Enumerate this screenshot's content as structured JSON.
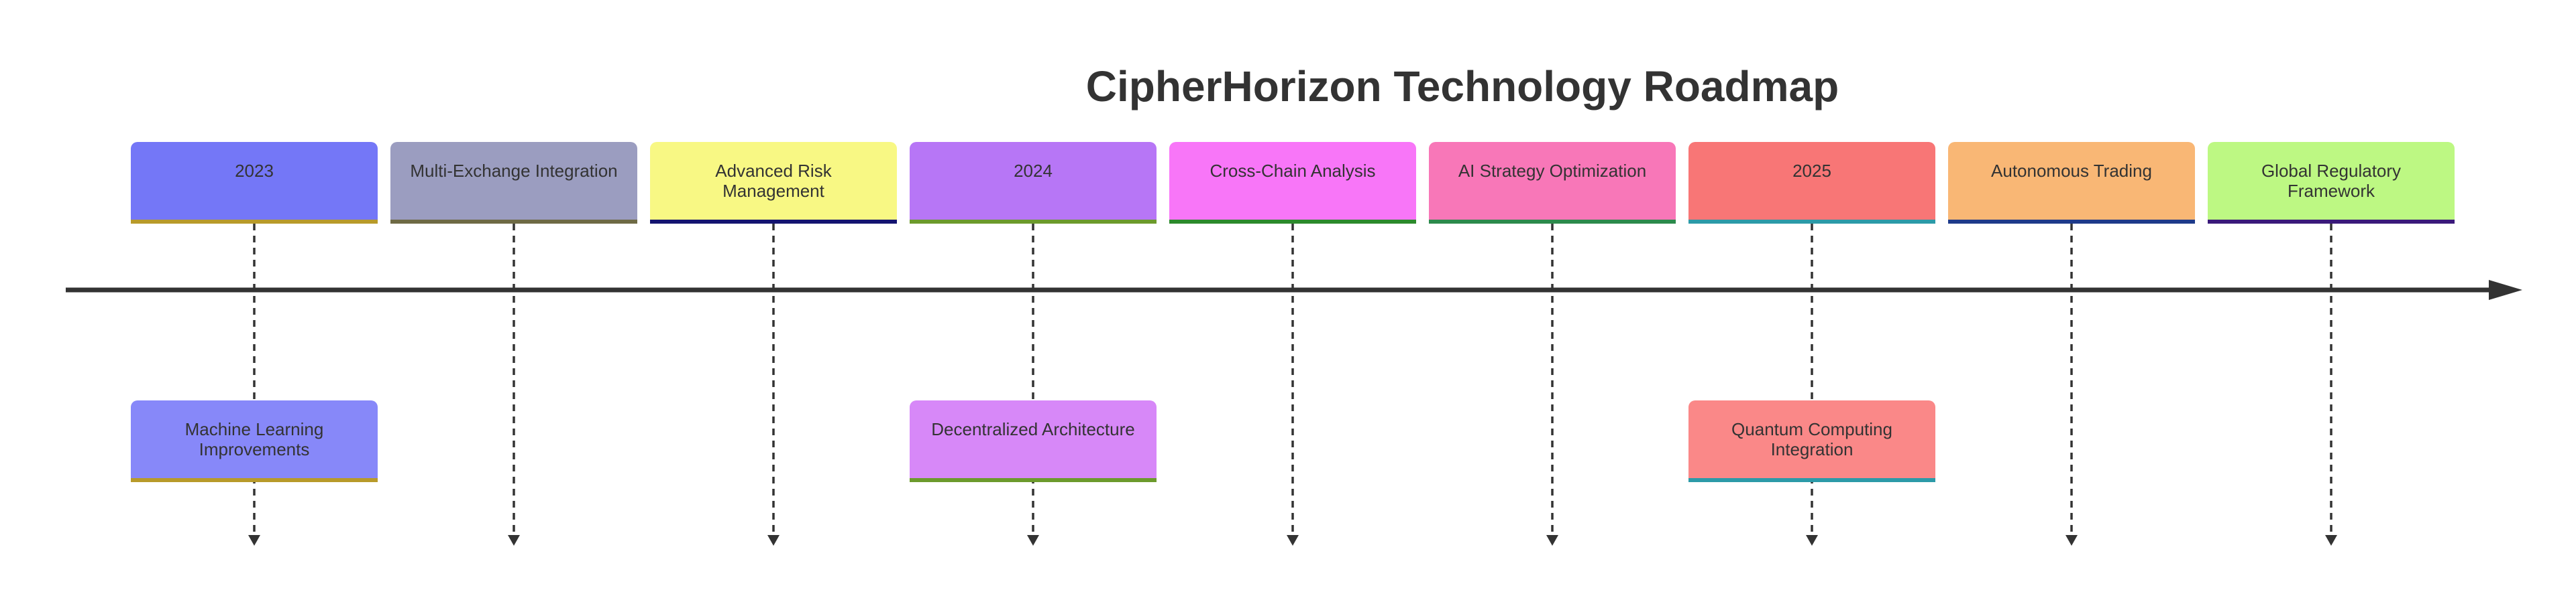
{
  "title": "CipherHorizon Technology Roadmap",
  "colors": {
    "axis": "#333333",
    "connector": "#333333"
  },
  "periods": [
    {
      "label": "2023",
      "color": "#7477f7",
      "border": "#b89a2a",
      "events": [
        {
          "label": "Machine Learning Improvements",
          "color": "#8788f9",
          "border": "#b89a2a"
        }
      ]
    },
    {
      "label": "Multi-Exchange Integration",
      "color": "#9b9dc0",
      "border": "#6e6a45",
      "events": []
    },
    {
      "label": "Advanced Risk Management",
      "color": "#f8f884",
      "border": "#141470",
      "events": []
    },
    {
      "label": "2024",
      "color": "#b776f6",
      "border": "#6c9a2c",
      "events": [
        {
          "label": "Decentralized Architecture",
          "color": "#d788f8",
          "border": "#6c9a2c"
        }
      ]
    },
    {
      "label": "Cross-Chain Analysis",
      "color": "#f876f8",
      "border": "#2c8a2c",
      "events": []
    },
    {
      "label": "AI Strategy Optimization",
      "color": "#f877b8",
      "border": "#2c8a4c",
      "events": []
    },
    {
      "label": "2025",
      "color": "#f87676",
      "border": "#2c9aa8",
      "events": [
        {
          "label": "Quantum Computing Integration",
          "color": "#fa8888",
          "border": "#2c9aa8"
        }
      ]
    },
    {
      "label": "Autonomous Trading",
      "color": "#f9b775",
      "border": "#1e3a8a",
      "events": []
    },
    {
      "label": "Global Regulatory Framework",
      "color": "#bdf883",
      "border": "#3a1a7a",
      "events": []
    }
  ]
}
